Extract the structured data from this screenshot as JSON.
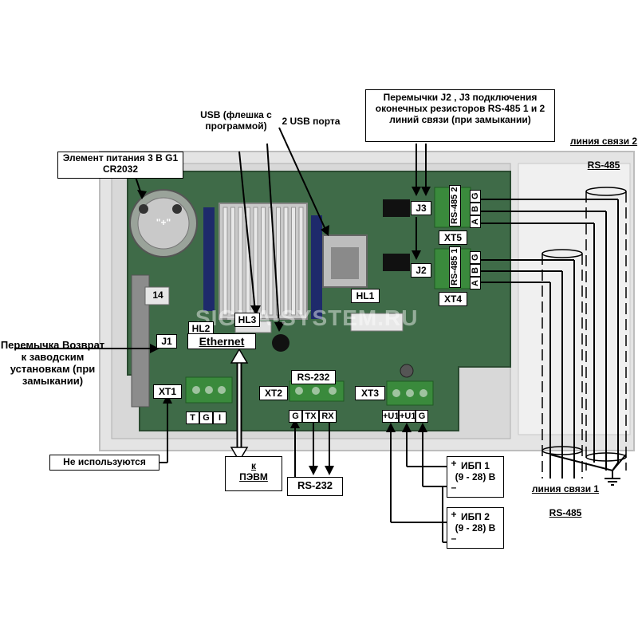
{
  "colors": {
    "board": "#3f6b48",
    "board_dark": "#2f5537",
    "case": "#e6e6e6",
    "terminal": "#3a8a3c"
  },
  "labels": {
    "battery": "Элемент питания 3 В G1 CR2032",
    "usb_flash": "USB (флешка с программой)",
    "usb_ports": "2 USB порта",
    "jumpers_j2_j3": "Перемычки J2 , J3 подключения оконечных резисторов RS-485 1 и 2 линий связи (при замыкании)",
    "line2": "линия связи 2",
    "line2_rs": "RS-485",
    "line1": "линия связи 1",
    "line1_rs": "RS-485",
    "jumper_reset": "Перемычка Возврат к заводским установкам (при замыкании)",
    "not_used": "Не используются",
    "pc_top": "к",
    "pc_bottom": "ПЭВМ",
    "rs232_box": "RS-232",
    "ups1_title": "ИБП 1",
    "ups1_range": "(9 - 28) В",
    "ups2_title": "ИБП 2",
    "ups2_range": "(9 - 28) В",
    "plus": "+",
    "minus": "–",
    "watermark": "SIGMA-SYSTEM.RU",
    "board_number": "14",
    "battery_plus": "\"+\""
  },
  "tags": {
    "j1": "J1",
    "j2": "J2",
    "j3": "J3",
    "xt1": "XT1",
    "xt2": "XT2",
    "xt3": "XT3",
    "xt4": "XT4",
    "xt5": "XT5",
    "hl1": "HL1",
    "hl2": "HL2",
    "hl3": "HL3",
    "ethernet": "Ethernet",
    "rs232": "RS-232",
    "rs485_1": "RS-485 1",
    "rs485_2": "RS-485 2"
  },
  "pins": {
    "xt1": [
      "T",
      "G",
      "I"
    ],
    "xt2": [
      "G",
      "TX",
      "RX"
    ],
    "xt3": [
      "+U1",
      "+U1",
      "G"
    ],
    "xt4": [
      "A",
      "B",
      "G"
    ],
    "xt5": [
      "A",
      "B",
      "G"
    ]
  }
}
